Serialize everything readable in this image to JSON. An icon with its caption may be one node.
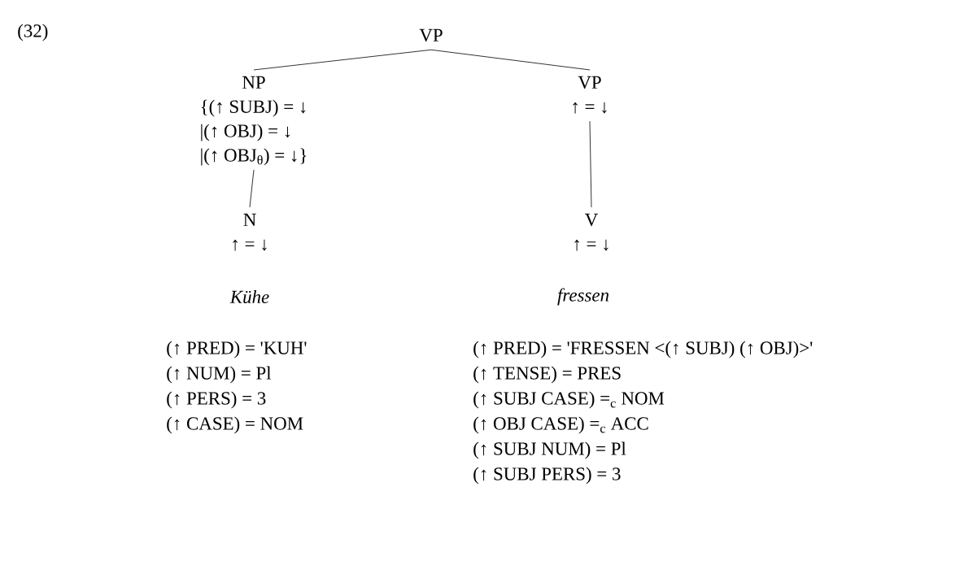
{
  "diagram": {
    "nodes": [
      {
        "text": [
          "VP"
        ]
      },
      {
        "text": [
          "NP",
          "{(↑ SUBJ) = ↓",
          "|(↑ OBJ) = ↓",
          "|(↑ OBJ$_{θ}$) = ↓}"
        ]
      },
      {
        "text": [
          "VP",
          "↑ = ↓"
        ]
      },
      {
        "text": [
          "N",
          "↑ = ↓"
        ]
      },
      {
        "text": [
          "V",
          "↑ = ↓"
        ]
      }
    ],
    "edges": [
      {
        "from": 0,
        "to": 1,
        "arrow": "none"
      },
      {
        "from": 0,
        "to": 2,
        "arrow": "none"
      },
      {
        "from": 1,
        "to": 3,
        "arrow": "none"
      },
      {
        "from": 2,
        "to": 4,
        "arrow": "none"
      }
    ],
    "labels": [
      "(32)",
      "Kühe",
      "fressen",
      "(↑ PRED) = 'KUH'",
      "(↑ NUM) = Pl",
      "(↑ PERS) = 3",
      "(↑ CASE) = NOM",
      "(↑ PRED) = 'FRESSEN <(↑ SUBJ) (↑ OBJ)>'",
      "(↑ TENSE) = PRES",
      "(↑ SUBJ CASE) =$_{c}$ NOM",
      "(↑ OBJ CASE) =$_{c}$ ACC",
      "(↑ SUBJ NUM) = Pl",
      "(↑ SUBJ PERS) = 3"
    ]
  }
}
